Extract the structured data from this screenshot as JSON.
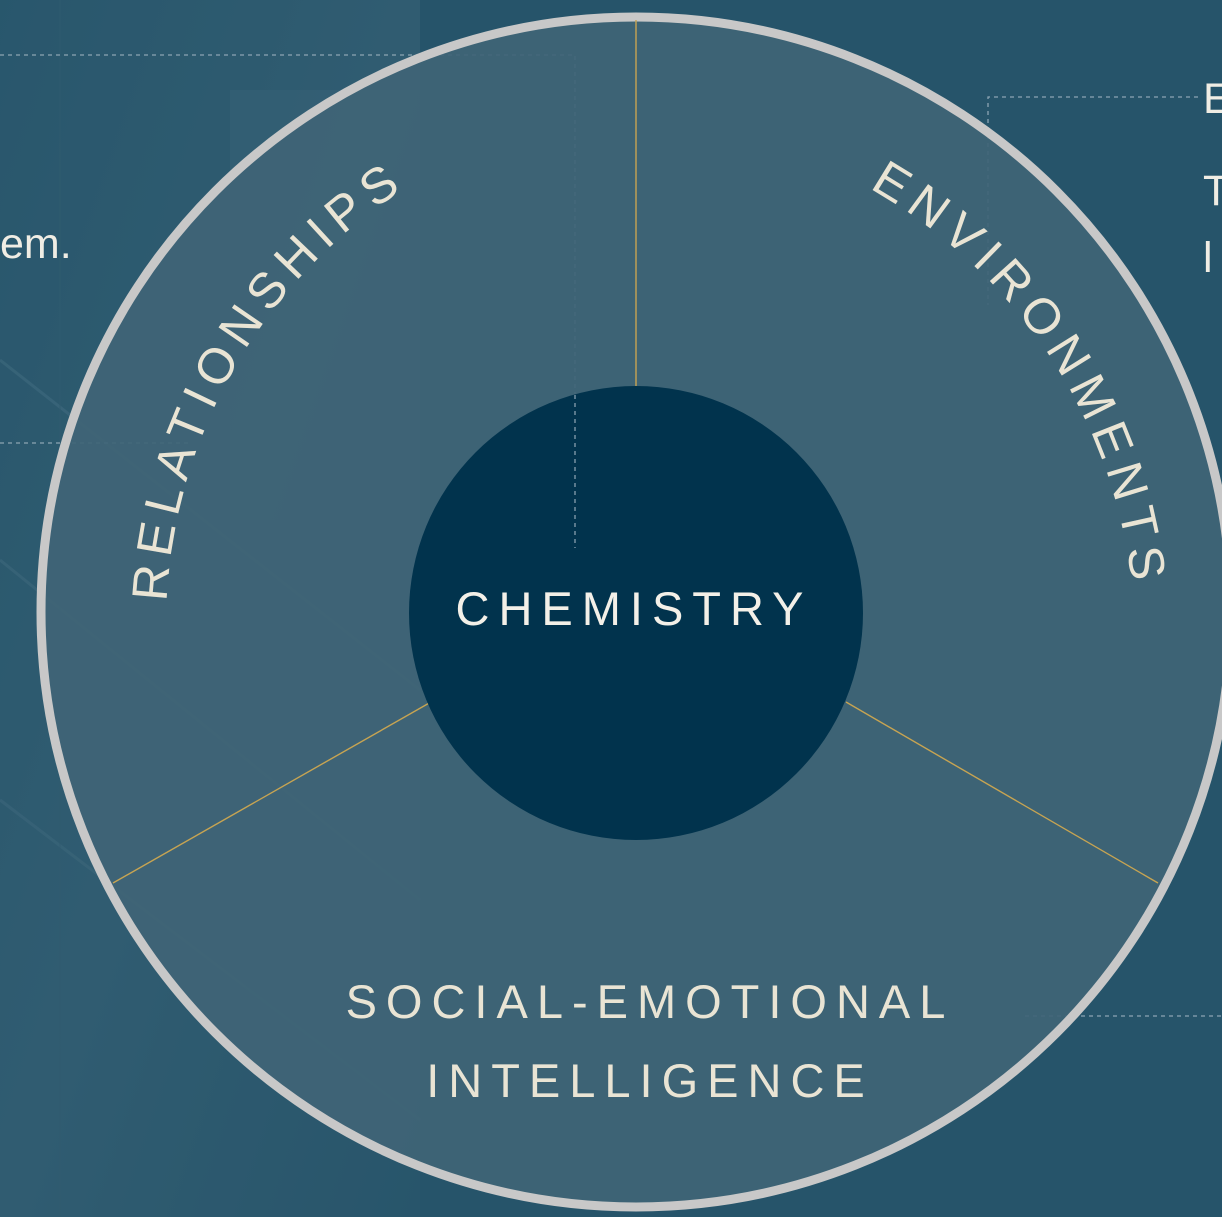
{
  "diagram": {
    "center": {
      "label": "CHEMISTRY"
    },
    "segments": [
      {
        "label": "RELATIONSHIPS"
      },
      {
        "label": "ENVIRONMENTS"
      },
      {
        "label": "SOCIAL-EMOTIONAL",
        "label_line2": "INTELLIGENCE"
      }
    ]
  },
  "side_text": {
    "left_fragment": "em.",
    "right_letter_top": "E",
    "right_letter_mid": "T",
    "right_letter_bottom": "l"
  },
  "colors": {
    "background": "#26546a",
    "ring_fill": "#3f6476",
    "ring_border": "#c8c8c8",
    "center_fill": "#01334d",
    "divider": "#c7a452",
    "text": "#e9e4d4"
  }
}
